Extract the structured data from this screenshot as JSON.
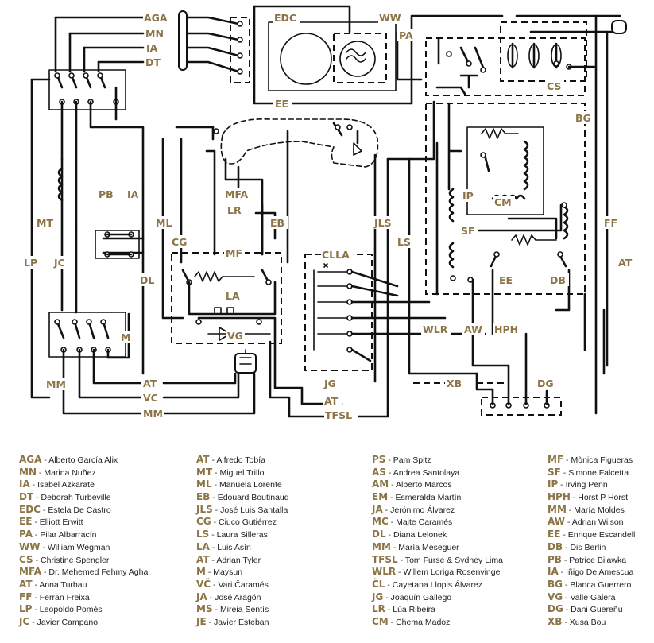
{
  "diagram_labels": {
    "aga": "AGA",
    "mn": "MN",
    "ia_top": "IA",
    "dt": "DT",
    "edc": "EDC",
    "ww": "WW",
    "pa": "PA",
    "ee_top": "EE",
    "cs": "CS",
    "bg": "BG",
    "pb": "PB",
    "ia_mid": "IA",
    "mt": "MT",
    "lp": "LP",
    "jc": "JC",
    "dl": "DL",
    "m": "M",
    "mm_left": "MM",
    "at_bottom1": "AT",
    "vc": "VC",
    "mm_bottom": "MM",
    "mfa": "MFA",
    "lr": "LR",
    "ml": "ML",
    "eb": "EB",
    "cg": "CG",
    "mf": "MF",
    "la": "LA",
    "vg": "VG",
    "jls": "JLS",
    "ls": "LS",
    "clla": "CLLA",
    "ip": "IP",
    "cm": "CM",
    "sf": "SF",
    "ee_right": "EE",
    "db": "DB",
    "ff": "FF",
    "at_right": "AT",
    "wlr": "WLR",
    "aw": "AW",
    "hph": "HPH",
    "xb": "XB",
    "dg": "DG",
    "jg": "JG",
    "at_bottom2": "AT",
    "tfsl": "TFSL"
  },
  "legend": [
    [
      {
        "code": "AGA",
        "name": "Alberto García Alix"
      },
      {
        "code": "MN",
        "name": "Marina Nuñez"
      },
      {
        "code": "IA",
        "name": "Isabel Azkarate"
      },
      {
        "code": "DT",
        "name": "Deborah Turbeville"
      },
      {
        "code": "EDC",
        "name": "Estela De Castro"
      },
      {
        "code": "EE",
        "name": "Elliott Erwitt"
      },
      {
        "code": "PA",
        "name": "Pilar Albarracín"
      },
      {
        "code": "WW",
        "name": "William Wegman"
      },
      {
        "code": "CS",
        "name": "Christine Spengler"
      },
      {
        "code": "MFA",
        "name": "Dr. Mehemed Fehmy Agha"
      },
      {
        "code": "AT",
        "name": "Anna Turbau"
      },
      {
        "code": "FF",
        "name": "Ferran Freixa"
      },
      {
        "code": "LP",
        "name": "Leopoldo Pomés"
      },
      {
        "code": "JC",
        "name": "Javier Campano"
      }
    ],
    [
      {
        "code": "AT",
        "name": "Alfredo Tobía"
      },
      {
        "code": "MT",
        "name": "Miguel Trillo"
      },
      {
        "code": "ML",
        "name": "Manuela Lorente"
      },
      {
        "code": "EB",
        "name": "Edouard Boutinaud"
      },
      {
        "code": "JLS",
        "name": "José Luis Santalla"
      },
      {
        "code": "CG",
        "name": "Ciuco Gutiérrez"
      },
      {
        "code": "LS",
        "name": "Laura Silleras"
      },
      {
        "code": "LA",
        "name": "Luis Asín"
      },
      {
        "code": "AT",
        "name": "Adrian Tyler"
      },
      {
        "code": "M",
        "name": "Maysun"
      },
      {
        "code": "VČ",
        "name": "Vari Čaramés"
      },
      {
        "code": "JA",
        "name": "José Aragón"
      },
      {
        "code": "MS",
        "name": "Mireia Sentís"
      },
      {
        "code": "JE",
        "name": "Javier Esteban"
      }
    ],
    [
      {
        "code": "PS",
        "name": "Pam Spitz"
      },
      {
        "code": "AS",
        "name": "Andrea Santolaya"
      },
      {
        "code": "AM",
        "name": "Alberto Marcos"
      },
      {
        "code": "EM",
        "name": "Esmeralda Martín"
      },
      {
        "code": "JA",
        "name": "Jerónimo Álvarez"
      },
      {
        "code": "MC",
        "name": "Maite Caramés"
      },
      {
        "code": "DL",
        "name": "Diana Lelonek"
      },
      {
        "code": "MM",
        "name": "María Meseguer"
      },
      {
        "code": "TFSL",
        "name": "Tom Furse & Sydney Lima"
      },
      {
        "code": "WLR",
        "name": "Willem Loriga Rosenvinge"
      },
      {
        "code": "ČL",
        "name": "Cayetana Llopis Álvarez"
      },
      {
        "code": "JG",
        "name": "Joaquín Gallego"
      },
      {
        "code": "LR",
        "name": "Lúa Ribeira"
      },
      {
        "code": "CM",
        "name": "Chema Madoz"
      }
    ],
    [
      {
        "code": "MF",
        "name": "Mònica Figueras"
      },
      {
        "code": "SF",
        "name": "Simone Falcetta"
      },
      {
        "code": "IP",
        "name": "Irving Penn"
      },
      {
        "code": "HPH",
        "name": "Horst P Horst"
      },
      {
        "code": "MM",
        "name": "María Moldes"
      },
      {
        "code": "AW",
        "name": "Adrian Wilson"
      },
      {
        "code": "EE",
        "name": "Enrique Escandell"
      },
      {
        "code": "DB",
        "name": "Dis Berlin"
      },
      {
        "code": "PB",
        "name": "Patrice Bilawka"
      },
      {
        "code": "IA",
        "name": "Iñigo De Amescua"
      },
      {
        "code": "BG",
        "name": "Blanca Guerrero"
      },
      {
        "code": "VG",
        "name": "Valle Galera"
      },
      {
        "code": "DG",
        "name": "Dani Guereñu"
      },
      {
        "code": "XB",
        "name": "Xusa Bou"
      }
    ]
  ]
}
